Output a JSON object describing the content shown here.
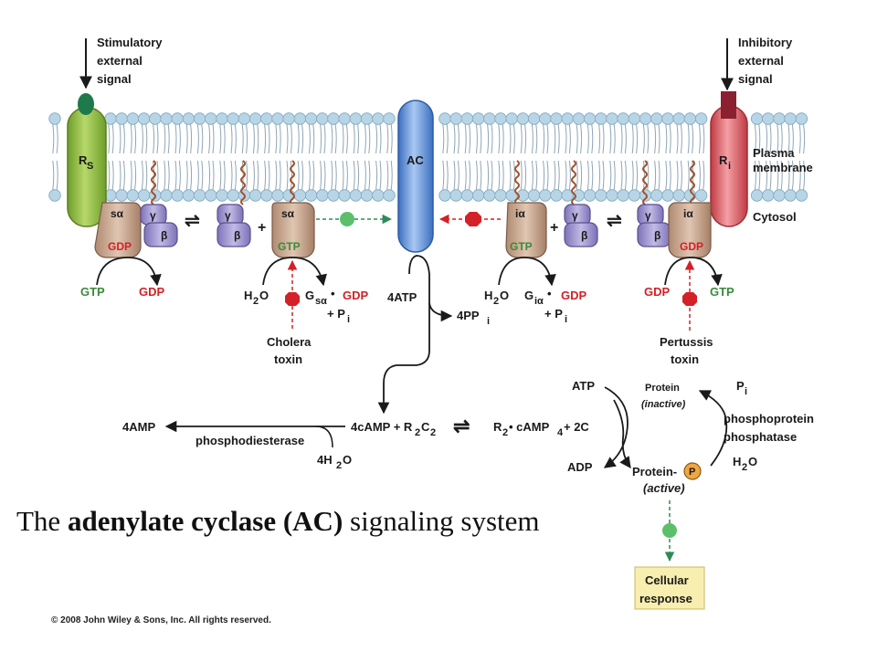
{
  "stim_signal": [
    "Stimulatory",
    "external",
    "signal"
  ],
  "inhib_signal": [
    "Inhibitory",
    "external",
    "signal"
  ],
  "rs_label": "R",
  "rs_sub": "S",
  "ri_label": "R",
  "ri_sub": "i",
  "ac_label": "AC",
  "membrane": [
    "Plasma",
    "membrane"
  ],
  "cytosol": "Cytosol",
  "subunits": {
    "s_alpha": "sα",
    "i_alpha": "iα",
    "gamma": "γ",
    "beta": "β",
    "gdp": "GDP",
    "gtp": "GTP",
    "plus": "+",
    "equilibrium": "⇌"
  },
  "left_cycle": {
    "in": "GTP",
    "out": "GDP"
  },
  "right_cycle": {
    "in": "GTP",
    "out": "GDP"
  },
  "cholera": {
    "water": "H",
    "water_sub": "2",
    "water_end": "O",
    "g": "G",
    "g_sub": "sα",
    "dot": "•",
    "gdp": "GDP",
    "pi": "+ P",
    "pi_sub": "i",
    "toxin": [
      "Cholera",
      "toxin"
    ]
  },
  "pertussis": {
    "water": "H",
    "water_sub": "2",
    "water_end": "O",
    "g": "G",
    "g_sub": "iα",
    "dot": "•",
    "gdp": "GDP",
    "pi": "+ P",
    "pi_sub": "i",
    "toxin": [
      "Pertussis",
      "toxin"
    ]
  },
  "atp": {
    "in": "4ATP",
    "out": "4PP",
    "out_sub": "i"
  },
  "camp_row": {
    "amp": "4AMP",
    "enzyme": "phosphodiesterase",
    "water": "4H",
    "water_sub": "2",
    "water_end": "O",
    "camp": "4cAMP + R",
    "camp_sub1": "2",
    "camp_mid": "C",
    "camp_sub2": "2",
    "complex": "R",
    "complex_sub": "2",
    "complex_mid": " • cAMP",
    "complex_sub2": "4",
    "complex_end": " + 2C"
  },
  "kinase": {
    "atp": "ATP",
    "adp": "ADP",
    "pi": "P",
    "pi_sub": "i",
    "h2o": "H",
    "h2o_sub": "2",
    "h2o_end": "O",
    "inactive_top": "Protein",
    "inactive_bottom": "(inactive)",
    "active_top": "Protein-",
    "active_p": "P",
    "active_bottom": "(active)",
    "phosphatase": [
      "phosphoprotein",
      "phosphatase"
    ]
  },
  "response": [
    "Cellular",
    "response"
  ],
  "caption": {
    "pre": "The ",
    "bold": "adenylate cyclase (AC)",
    "post": " signaling system"
  },
  "copyright": "© 2008 John Wiley & Sons, Inc. All rights reserved.",
  "colors": {
    "rs_receptor": "#8cbd3f",
    "ri_receptor": "#e0575e",
    "adenylate_cyclase": "#5a8fd6",
    "alpha_subunit": "#c8a48c",
    "beta_gamma": "#9a8fcf",
    "activator_dot": "#5cbf6a",
    "inhibitor_octagon": "#d42027",
    "membrane_head": "#a9cce3",
    "phosphate": "#f0a640",
    "response_box": "#f7eeb0"
  }
}
